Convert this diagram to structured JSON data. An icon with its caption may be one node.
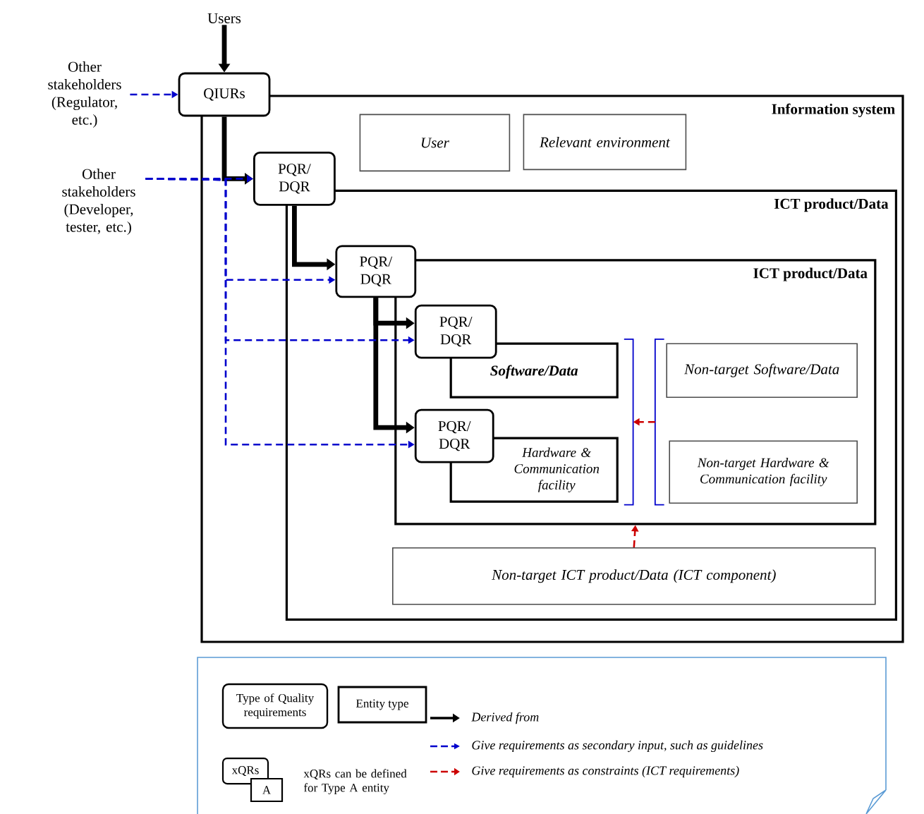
{
  "diagram": {
    "nodes": [
      {
        "text": [
          "Users"
        ]
      },
      {
        "text": [
          "Other stakeholders (Regulator, etc.)"
        ]
      },
      {
        "text": [
          "Other stakeholders (Developer, tester, etc.)"
        ]
      },
      {
        "text": [
          "Information system"
        ]
      },
      {
        "text": [
          "QIURs"
        ]
      },
      {
        "text": [
          "User"
        ],
        "in": 3
      },
      {
        "text": [
          "Relevant environment"
        ],
        "in": 3
      },
      {
        "text": [
          "ICT product/Data"
        ],
        "in": 3
      },
      {
        "text": [
          "PQR/ DQR"
        ],
        "in": 3
      },
      {
        "text": [
          "ICT product/Data"
        ],
        "in": 7
      },
      {
        "text": [
          "PQR/ DQR"
        ],
        "in": 7
      },
      {
        "text": [
          "PQR/ DQR"
        ],
        "in": 9
      },
      {
        "text": [
          "Software/Data"
        ],
        "in": 9
      },
      {
        "text": [
          "PQR/ DQR"
        ],
        "in": 9
      },
      {
        "text": [
          "Hardware & Communication facility"
        ],
        "in": 9
      },
      {
        "text": [],
        "shape": "bracket",
        "in": 9
      },
      {
        "text": [],
        "shape": "bracket",
        "in": 9
      },
      {
        "text": [
          "Non-target Software/Data"
        ],
        "in": 9
      },
      {
        "text": [
          "Non-target Hardware & Communication facility"
        ],
        "in": 9
      },
      {
        "text": [
          "Non-target ICT product/Data (ICT component)"
        ],
        "in": 7
      }
    ],
    "edges": [
      {
        "from": 0,
        "to": 4,
        "arrow": "to",
        "style": "thick"
      },
      {
        "from": 4,
        "to": 8,
        "arrow": "to",
        "style": "thick"
      },
      {
        "from": 8,
        "to": 10,
        "arrow": "to",
        "style": "thick"
      },
      {
        "from": 10,
        "to": 11,
        "arrow": "to",
        "style": "thick"
      },
      {
        "from": 10,
        "to": 13,
        "arrow": "to",
        "style": "thick"
      },
      {
        "from": 1,
        "to": 4,
        "arrow": "to",
        "style": "dashed",
        "color": "#0000cc"
      },
      {
        "from": 2,
        "to": 8,
        "arrow": "to",
        "style": "dashed",
        "color": "#0000cc"
      },
      {
        "from": 2,
        "to": 10,
        "arrow": "to",
        "style": "dashed",
        "color": "#0000cc"
      },
      {
        "from": 2,
        "to": 11,
        "arrow": "to",
        "style": "dashed",
        "color": "#0000cc"
      },
      {
        "from": 2,
        "to": 13,
        "arrow": "to",
        "style": "dashed",
        "color": "#0000cc"
      },
      {
        "from": 16,
        "to": 15,
        "arrow": "to",
        "style": "dashed",
        "color": "#cc0000"
      },
      {
        "from": 19,
        "to": 9,
        "arrow": "to",
        "style": "dashed",
        "color": "#cc0000"
      }
    ],
    "labels": [
      "Type of Quality requirements",
      "Entity type",
      "xQRs",
      "A",
      "xQRs can be defined for Type A entity"
    ],
    "legend": [
      {
        "text": "Derived from"
      },
      {
        "text": "Give requirements as secondary input, such as guidelines"
      },
      {
        "text": "Give requirements as constraints (ICT requirements)"
      }
    ]
  }
}
